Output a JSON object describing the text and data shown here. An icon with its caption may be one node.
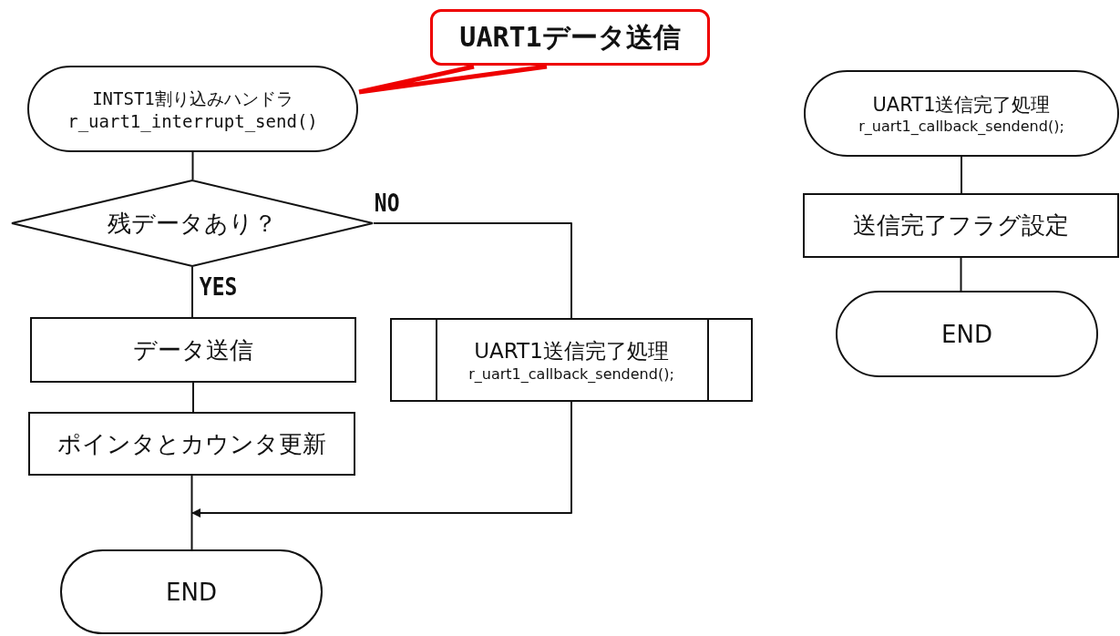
{
  "diagram": {
    "nodes": [
      {
        "text": [
          "UART1データ送信"
        ]
      },
      {
        "text": [
          "INTST1割り込みハンドラ",
          "r_uart1_interrupt_send()"
        ]
      },
      {
        "text": [
          "残データあり？"
        ]
      },
      {
        "text": [
          "データ送信"
        ]
      },
      {
        "text": [
          "ポインタとカウンタ更新"
        ]
      },
      {
        "text": [
          "UART1送信完了処理",
          "r_uart1_callback_sendend();"
        ]
      },
      {
        "text": [
          "END"
        ]
      },
      {
        "text": [
          "UART1送信完了処理",
          "r_uart1_callback_sendend();"
        ]
      },
      {
        "text": [
          "送信完了フラグ設定"
        ]
      },
      {
        "text": [
          "END"
        ]
      }
    ],
    "edges": [
      {
        "from": 0,
        "to": 1,
        "arrow": "none",
        "style": "thick",
        "color": "#ee0000"
      },
      {
        "from": 1,
        "to": 2,
        "arrow": "none"
      },
      {
        "from": 2,
        "to": 3,
        "arrow": "none",
        "label": "YES"
      },
      {
        "from": 3,
        "to": 4,
        "arrow": "none"
      },
      {
        "from": 2,
        "to": 5,
        "arrow": "none",
        "label": "NO"
      },
      {
        "from": 4,
        "to": 6,
        "arrow": "none"
      },
      {
        "from": 5,
        "to": 6,
        "arrow": "to"
      },
      {
        "from": 7,
        "to": 8,
        "arrow": "none"
      },
      {
        "from": 8,
        "to": 9,
        "arrow": "none"
      }
    ]
  }
}
